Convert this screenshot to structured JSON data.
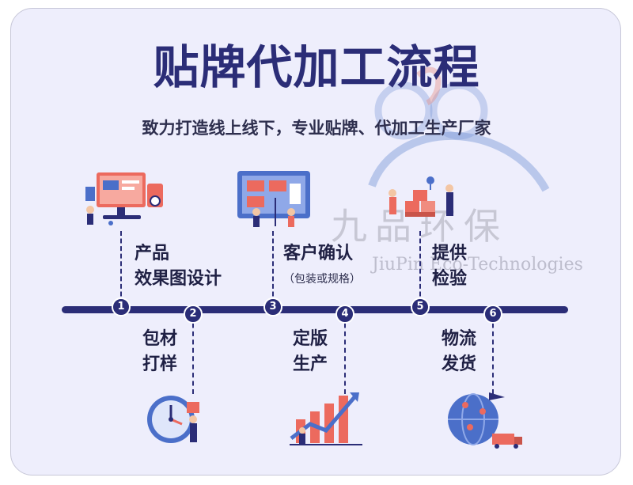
{
  "title": "贴牌代加工流程",
  "subtitle": "致力打造线上线下，专业贴牌、代加工生产厂家",
  "watermark": {
    "cn": "九品环保",
    "en": "JiuPin Eco-Technologies"
  },
  "steps": [
    {
      "num": "1",
      "line1": "产品",
      "line2": "效果图设计",
      "note": ""
    },
    {
      "num": "2",
      "line1": "包材",
      "line2": "打样",
      "note": ""
    },
    {
      "num": "3",
      "line1": "客户确认",
      "line2": "",
      "note": "（包装或规格）"
    },
    {
      "num": "4",
      "line1": "定版",
      "line2": "生产",
      "note": ""
    },
    {
      "num": "5",
      "line1": "提供",
      "line2": "检验",
      "note": ""
    },
    {
      "num": "6",
      "line1": "物流",
      "line2": "发货",
      "note": ""
    }
  ],
  "colors": {
    "navy": "#2b2d77",
    "card_bg": "#eeeefc",
    "accent_red": "#ec6a5e",
    "accent_blue": "#4b6fc9"
  }
}
